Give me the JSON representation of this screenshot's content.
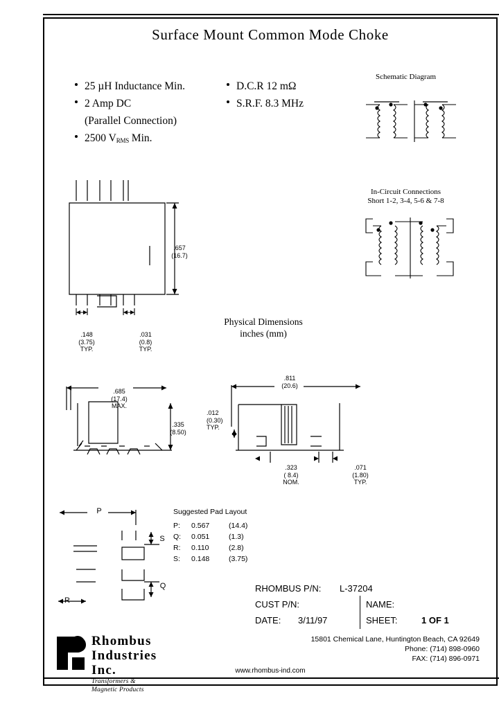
{
  "document": {
    "title": "Surface Mount Common Mode Choke"
  },
  "specs": {
    "left": [
      {
        "text": "25 µH Inductance Min."
      },
      {
        "text": "2 Amp DC"
      },
      {
        "sub": "(Parallel Connection)"
      },
      {
        "text": "2500 V",
        "sub_script": "RMS",
        "text_after": " Min."
      }
    ],
    "right": [
      {
        "text": "D.C.R  12 mΩ"
      },
      {
        "text": "S.R.F.   8.3 MHz"
      }
    ]
  },
  "diagrams": {
    "schematic": {
      "caption": "Schematic Diagram"
    },
    "in_circuit": {
      "caption_line1": "In-Circuit Connections",
      "caption_line2": "Short 1-2, 3-4, 5-6 & 7-8"
    },
    "physical": {
      "caption_line1": "Physical Dimensions",
      "caption_line2": "inches (mm)"
    },
    "top_view": {
      "height_in": ".657",
      "height_mm": "(16.7)",
      "lead_width_in": ".148",
      "lead_width_mm": "(3.75)",
      "lead_width_note": "TYP.",
      "lead_gap_in": ".031",
      "lead_gap_mm": "(0.8)",
      "lead_gap_note": "TYP."
    },
    "front_view": {
      "width_in": ".685",
      "width_mm": "(17.4)",
      "width_note": "MAX.",
      "height_in": ".335",
      "height_mm": "(8.50)"
    },
    "side_view": {
      "length_in": ".811",
      "length_mm": "(20.6)",
      "thickness_in": ".012",
      "thickness_mm": "(0.30)",
      "thickness_note": "TYP.",
      "pitch_in": ".323",
      "pitch_mm": "( 8.4)",
      "pitch_note": "NOM.",
      "foot_in": ".071",
      "foot_mm": "(1.80)",
      "foot_note": "TYP."
    },
    "pad_layout_marks": {
      "p": "P",
      "q": "Q",
      "r": "R",
      "s": "S"
    }
  },
  "pad_layout": {
    "title": "Suggested Pad Layout",
    "rows": [
      {
        "key": "P:",
        "inches": "0.567",
        "mm": "(14.4)"
      },
      {
        "key": "Q:",
        "inches": "0.051",
        "mm": "(1.3)"
      },
      {
        "key": "R:",
        "inches": "0.110",
        "mm": "(2.8)"
      },
      {
        "key": "S:",
        "inches": "0.148",
        "mm": "(3.75)"
      }
    ]
  },
  "title_block": {
    "rhombus_pn_label": "RHOMBUS P/N:",
    "rhombus_pn_value": "L-37204",
    "cust_pn_label": "CUST P/N:",
    "cust_pn_value": "",
    "name_label": "NAME:",
    "name_value": "",
    "date_label": "DATE:",
    "date_value": "3/11/97",
    "sheet_label": "SHEET:",
    "sheet_value": "1  OF  1"
  },
  "footer": {
    "company_line1": "Rhombus",
    "company_line2": "Industries Inc.",
    "tagline": "Transformers & Magnetic Products",
    "address": "15801 Chemical Lane, Huntington Beach, CA 92649",
    "phone": "Phone:  (714) 898-0960",
    "fax": "FAX:  (714) 896-0971",
    "website": "www.rhombus-ind.com"
  },
  "colors": {
    "ink": "#000000",
    "paper": "#ffffff"
  }
}
